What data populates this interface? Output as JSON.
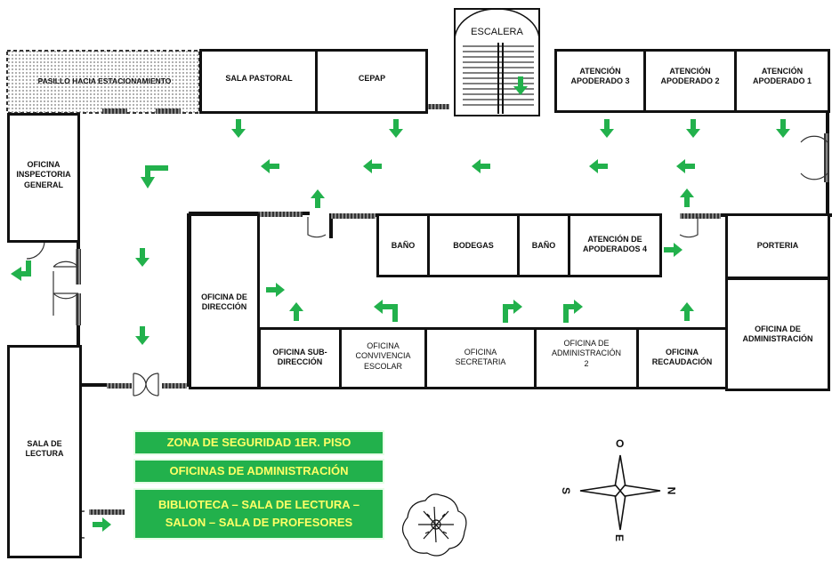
{
  "rooms": {
    "pasillo": "PASILLO HACIA ESTACIONAMIENTO",
    "sala_pastoral": "SALA PASTORAL",
    "cepap": "CEPAP",
    "escalera": "ESCALERA",
    "atencion_3": "ATENCIÓN\nAPODERADO 3",
    "atencion_2": "ATENCIÓN\nAPODERADO 2",
    "atencion_1": "ATENCIÓN\nAPODERADO 1",
    "inspectoria": "OFICINA\nINSPECTORIA\nGENERAL",
    "bano_1": "BAÑO",
    "bodegas": "BODEGAS",
    "bano_2": "BAÑO",
    "atencion_4": "ATENCIÓN DE\nAPODERADOS 4",
    "porteria": "PORTERIA",
    "direccion": "OFICINA DE\nDIRECCIÓN",
    "sub_direccion": "OFICINA SUB-\nDIRECCIÓN",
    "convivencia": "OFICINA\nCONVIVENCIA\nESCOLAR",
    "secretaria": "OFICINA\nSECRETARIA",
    "administracion_2": "OFICINA DE\nADMINISTRACIÓN\n2",
    "recaudacion": "OFICINA\nRECAUDACIÓN",
    "administracion": "OFICINA DE\nADMINISTRACIÓN",
    "sala_lectura": "SALA DE\nLECTURA"
  },
  "legend": {
    "item_1": "ZONA DE SEGURIDAD 1ER. PISO",
    "item_2": "OFICINAS DE ADMINISTRACIÓN",
    "item_3": "BIBLIOTECA – SALA DE LECTURA –\nSALON – SALA DE PROFESORES"
  },
  "compass": {
    "north": "N",
    "south": "S",
    "east": "E",
    "west": "O"
  },
  "colors": {
    "arrow": "#22b14c",
    "legend_bg": "#22b14c",
    "legend_text": "#ffff66",
    "wall": "#111111"
  },
  "icons": {
    "arrow": "evacuation-arrow-icon",
    "door": "door-swing-icon",
    "tree": "tree-icon",
    "compass": "compass-rose-icon"
  }
}
